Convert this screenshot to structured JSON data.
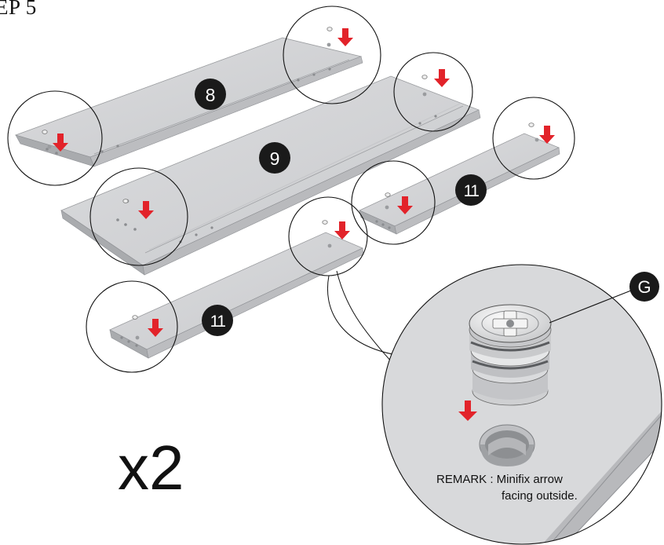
{
  "step": {
    "title": "EP 5"
  },
  "parts": {
    "panel_top": "8",
    "panel_middle": "9",
    "panel_right": "11",
    "panel_left": "11"
  },
  "hardware": {
    "callout": "G"
  },
  "multiplier": "x2",
  "remark": {
    "line1": "REMARK : Minifix arrow",
    "line2": "facing outside."
  },
  "colors": {
    "panel_face": "#d2d3d5",
    "panel_edge": "#a9abae",
    "arrow": "#e2232a",
    "badge": "#1a1a1a"
  }
}
